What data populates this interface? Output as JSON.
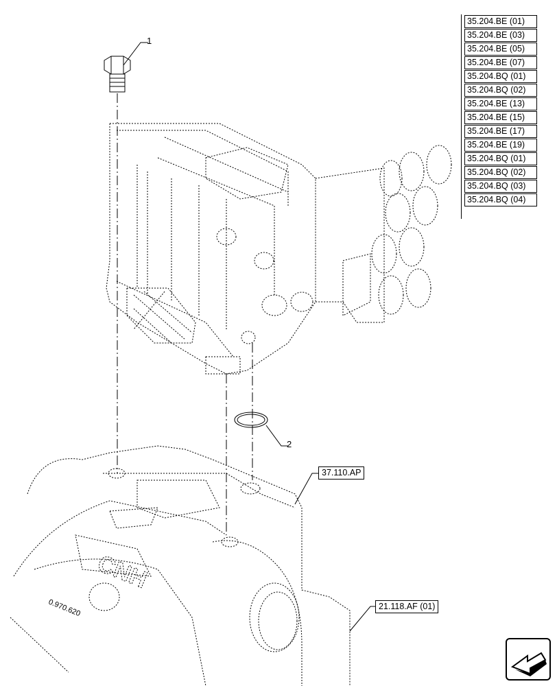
{
  "reference_links": [
    "35.204.BE (01)",
    "35.204.BE (03)",
    "35.204.BE (05)",
    "35.204.BE (07)",
    "35.204.BQ (01)",
    "35.204.BQ (02)",
    "35.204.BE (13)",
    "35.204.BE (15)",
    "35.204.BE (17)",
    "35.204.BE (19)",
    "35.204.BQ (01)",
    "35.204.BQ (02)",
    "35.204.BQ (03)",
    "35.204.BQ (04)"
  ],
  "callouts": {
    "item_1": "1",
    "item_2": "2",
    "housing_ref": "37.110.AP",
    "lower_ref": "21.118.AF (01)"
  },
  "embossed_text": {
    "brand": "CNH",
    "code": "0.970.620"
  },
  "icons": {
    "nav": "previous-page-arrow-icon"
  }
}
